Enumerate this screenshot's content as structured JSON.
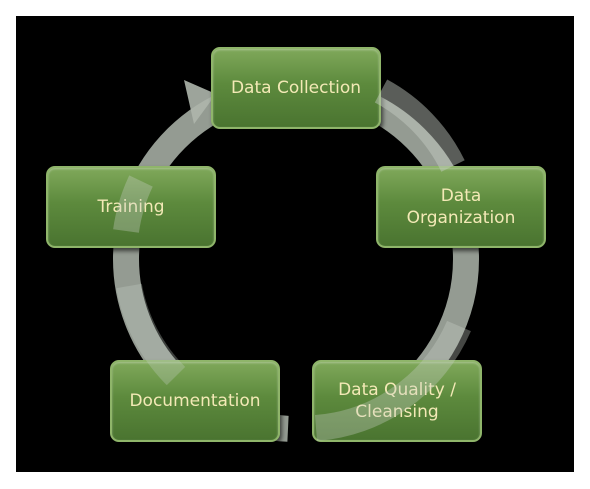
{
  "diagram": {
    "steps": [
      {
        "id": "collection",
        "label": "Data Collection"
      },
      {
        "id": "organization",
        "label": "Data\nOrganization"
      },
      {
        "id": "quality",
        "label": "Data Quality /\nCleansing"
      },
      {
        "id": "documentation",
        "label": "Documentation"
      },
      {
        "id": "training",
        "label": "Training"
      }
    ],
    "colors": {
      "background": "#000000",
      "box": "#5d8a3d",
      "box_border": "#8fb56a",
      "text": "#f3e9b6",
      "arrow": "#c8cfc6"
    },
    "flow": "clockwise cycle"
  }
}
